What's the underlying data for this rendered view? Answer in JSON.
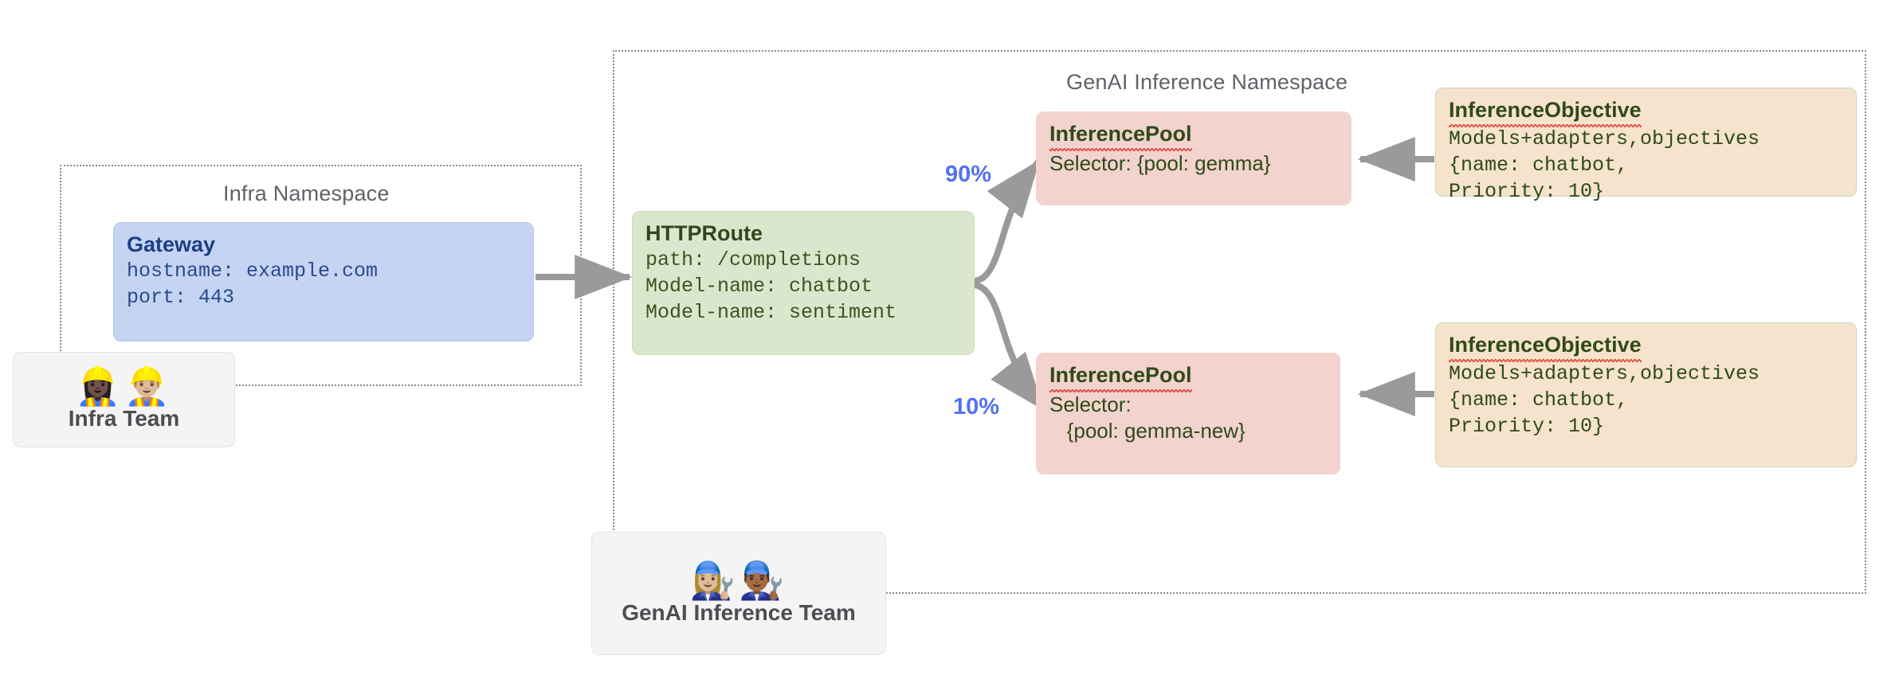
{
  "diagram": {
    "title": "Gateway API Inference Extension topology",
    "accent_arrow_color": "#9a9a9a",
    "weight_label_color": "#5470f0",
    "namespace_border_color": "#8a8a8a"
  },
  "namespaces": [
    {
      "id": "infra",
      "label": "Infra Namespace"
    },
    {
      "id": "genai",
      "label": "GenAI Inference Namespace"
    }
  ],
  "gateway": {
    "title": "Gateway",
    "lines": [
      "hostname: example.com",
      "port: 443"
    ],
    "fill": "#c5d4f3",
    "title_color": "#1d3f82"
  },
  "httproute": {
    "title": "HTTPRoute",
    "lines": [
      "path: /completions",
      "Model-name: chatbot",
      "Model-name: sentiment"
    ],
    "fill": "#dbe7cd",
    "title_color": "#33451c"
  },
  "pools": [
    {
      "id": "pool-gemma",
      "title": "InferencePool",
      "spellcheck_flag": true,
      "lines": [
        "Selector: {pool: gemma}"
      ],
      "weight": "90%",
      "fill": "#f2d3ce"
    },
    {
      "id": "pool-gemma-new",
      "title": "InferencePool",
      "spellcheck_flag": true,
      "lines": [
        "Selector:",
        "   {pool: gemma-new}"
      ],
      "weight": "10%",
      "fill": "#f2d3ce"
    }
  ],
  "objectives": [
    {
      "id": "objective-top",
      "title": "InferenceObjective",
      "spellcheck_flag": true,
      "lines": [
        "Models+adapters,objectives",
        "{name: chatbot,",
        "Priority: 10}"
      ],
      "fill": "#f5e3cd"
    },
    {
      "id": "objective-bottom",
      "title": "InferenceObjective",
      "spellcheck_flag": true,
      "lines": [
        "Models+adapters,objectives",
        "{name: chatbot,",
        "Priority: 10}"
      ],
      "fill": "#f5e3cd"
    }
  ],
  "teams": [
    {
      "id": "infra-team",
      "label": "Infra Team",
      "emoji": "👷🏿‍♀️👷🏼‍♂️"
    },
    {
      "id": "genai-team",
      "label": "GenAI Inference Team",
      "emoji": "👩🏼‍🔧👨🏾‍🔧"
    }
  ]
}
